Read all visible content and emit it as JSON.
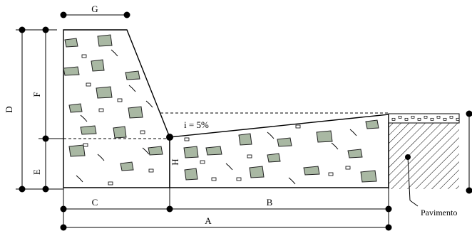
{
  "labels": {
    "G": "G",
    "D": "D",
    "F": "F",
    "E": "E",
    "H": "H",
    "C": "C",
    "B": "B",
    "A": "A",
    "slope": "i = 5%",
    "pavement": "Pavimento"
  },
  "colors": {
    "line": "#000000",
    "stone_fill": "#a9b8a3",
    "stone_stroke": "#222222",
    "background": "#ffffff"
  }
}
